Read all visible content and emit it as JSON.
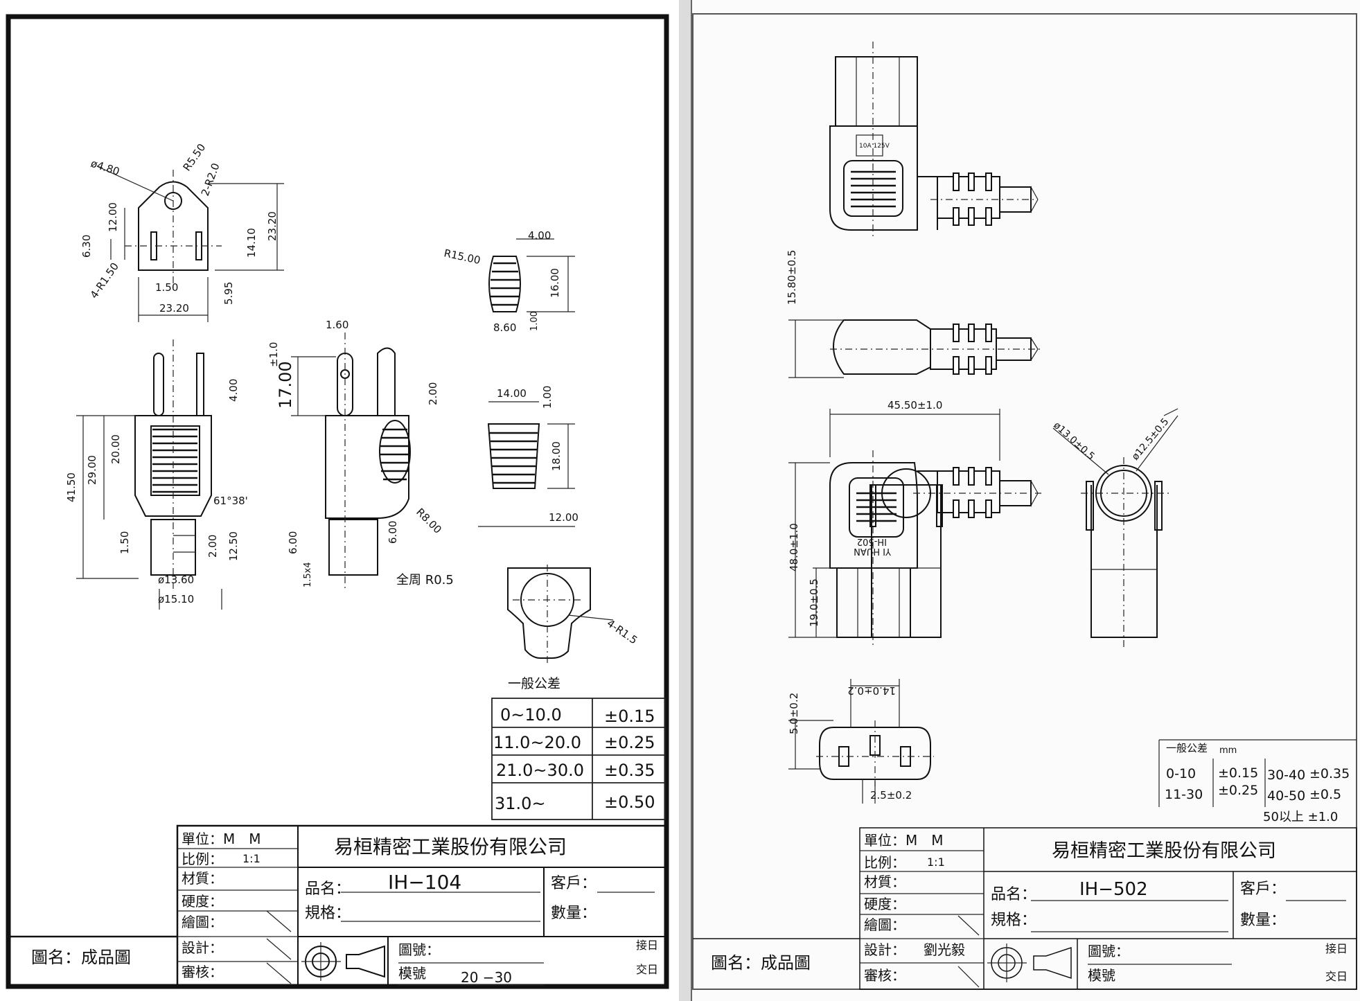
{
  "left_sheet": {
    "dimensions": {
      "d480": "ø4.80",
      "r550": "R5.50",
      "r20": "2-R2.0",
      "d1200": "12.00",
      "d630": "6.30",
      "d1410": "14.10",
      "d2320v": "23.20",
      "r150": "4-R1.50",
      "d150a": "1.50",
      "d2320h": "23.20",
      "d595": "5.95",
      "d160": "1.60",
      "tol10": "±1.0",
      "d1700": "17.00",
      "d400a": "4.00",
      "d200a": "2.00",
      "d4150": "41.50",
      "d2900": "29.00",
      "d2000": "20.00",
      "ang": "61°38'",
      "d150b": "1.50",
      "d200b": "2.00",
      "d1250": "12.50",
      "d1360": "ø13.60",
      "d1510": "ø15.10",
      "d600a": "6.00",
      "d600b": "6.00",
      "pitch": "1.5x4",
      "r800": "R8.00",
      "allround": "全周 R0.5",
      "r1500": "R15.00",
      "d400b": "4.00",
      "d1600": "16.00",
      "d860": "8.60",
      "d100a": "1.00",
      "d1400": "14.00",
      "d100b": "1.00",
      "d1800": "18.00",
      "d1200b": "12.00",
      "r15": "4-R1.5"
    },
    "tolerance": {
      "title": "一般公差",
      "rows": [
        {
          "range": "0~10.0",
          "tol": "±0.15"
        },
        {
          "range": "11.0~20.0",
          "tol": "±0.25"
        },
        {
          "range": "21.0~30.0",
          "tol": "±0.35"
        },
        {
          "range": "31.0~",
          "tol": "±0.50"
        }
      ]
    },
    "title_block": {
      "unit": "單位：M　M",
      "scale_label": "比例：",
      "scale": "1:1",
      "material": "材質：",
      "hardness": "硬度：",
      "drawn": "繪圖：",
      "design": "設計：",
      "review": "審核：",
      "company": "易桓精密工業股份有限公司",
      "part_label": "品名：",
      "part_no": "IH−104",
      "spec": "規格：",
      "customer": "客戶：",
      "quantity": "數量：",
      "drawing_no": "圖號：",
      "mold_no": "模號",
      "mold_val": "20 −30",
      "receive": "接日",
      "deliver": "交日",
      "drawing_name": "圖名：成品圖"
    }
  },
  "right_sheet": {
    "dimensions": {
      "label_a": "10A 125V",
      "d158": "15.80±0.5",
      "d455": "45.50±1.0",
      "d480": "48.0±1.0",
      "d190": "19.0±0.5",
      "brand": "YI HUAN",
      "model": "IH-502",
      "d130": "ø13.0±0.5",
      "d125": "ø12.5±0.5",
      "d140": "14.0±0.2",
      "d50": "5.0±0.2",
      "d25": "2.5±0.2"
    },
    "tolerance": {
      "title": "一般公差",
      "unit": "mm",
      "rows": [
        {
          "range": "0-10",
          "tol": "±0.15"
        },
        {
          "range": "11-30",
          "tol": "±0.25"
        }
      ],
      "rows2": [
        {
          "range": "30-40",
          "tol": "±0.35"
        },
        {
          "range": "40-50",
          "tol": "±0.5"
        }
      ],
      "extra": "50以上 ±1.0"
    },
    "title_block": {
      "unit": "單位：M　M",
      "scale_label": "比例：",
      "scale": "1:1",
      "material": "材質：",
      "hardness": "硬度：",
      "drawn": "繪圖：",
      "design": "設計：",
      "designer": "劉光毅",
      "review": "審核：",
      "company": "易桓精密工業股份有限公司",
      "part_label": "品名：",
      "part_no": "IH−502",
      "spec": "規格：",
      "customer": "客戶：",
      "quantity": "數量：",
      "drawing_no": "圖號：",
      "mold_no": "模號",
      "receive": "接日",
      "deliver": "交日",
      "drawing_name": "圖名：成品圖"
    }
  }
}
